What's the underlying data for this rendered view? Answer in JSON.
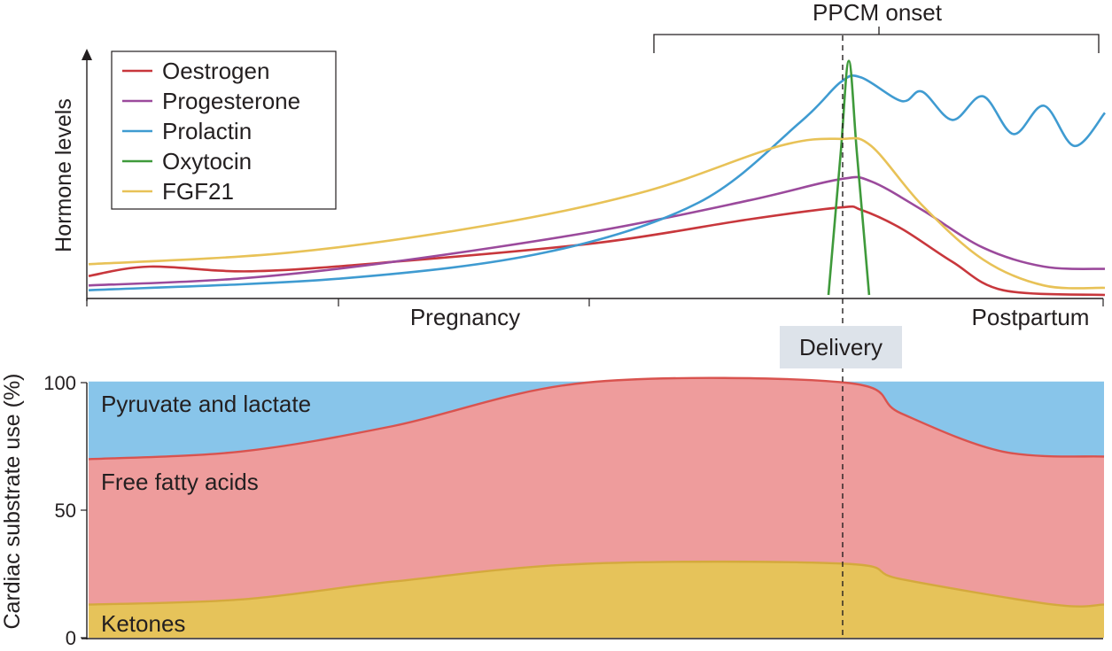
{
  "chart_data": [
    {
      "type": "line",
      "ylabel": "Hormone levels",
      "x_phase_labels": [
        "Pregnancy",
        "Postpartum"
      ],
      "delivery_label": "Delivery",
      "onset_label": "PPCM onset",
      "y_ticks_shown": false,
      "legend_placement": "top-left",
      "series": [
        {
          "name": "Oestrogen",
          "color": "#c8373c",
          "points": [
            [
              0,
              0.08
            ],
            [
              0.06,
              0.12
            ],
            [
              0.16,
              0.1
            ],
            [
              0.3,
              0.14
            ],
            [
              0.5,
              0.22
            ],
            [
              0.65,
              0.32
            ],
            [
              0.74,
              0.37
            ],
            [
              0.76,
              0.36
            ],
            [
              0.8,
              0.28
            ],
            [
              0.85,
              0.14
            ],
            [
              0.9,
              0.02
            ],
            [
              1.0,
              0.0
            ]
          ]
        },
        {
          "name": "Progesterone",
          "color": "#9b4a9c",
          "points": [
            [
              0,
              0.04
            ],
            [
              0.15,
              0.07
            ],
            [
              0.3,
              0.14
            ],
            [
              0.5,
              0.27
            ],
            [
              0.65,
              0.4
            ],
            [
              0.74,
              0.49
            ],
            [
              0.77,
              0.48
            ],
            [
              0.82,
              0.36
            ],
            [
              0.88,
              0.2
            ],
            [
              0.94,
              0.12
            ],
            [
              1.0,
              0.11
            ]
          ]
        },
        {
          "name": "Prolactin",
          "color": "#3f9bd1",
          "points": [
            [
              0,
              0.02
            ],
            [
              0.25,
              0.07
            ],
            [
              0.45,
              0.18
            ],
            [
              0.6,
              0.39
            ],
            [
              0.7,
              0.73
            ],
            [
              0.74,
              0.9
            ],
            [
              0.76,
              0.92
            ],
            [
              0.8,
              0.82
            ],
            [
              0.82,
              0.86
            ],
            [
              0.85,
              0.74
            ],
            [
              0.88,
              0.84
            ],
            [
              0.91,
              0.68
            ],
            [
              0.94,
              0.8
            ],
            [
              0.97,
              0.63
            ],
            [
              1.0,
              0.77
            ]
          ]
        },
        {
          "name": "Oxytocin",
          "color": "#3f9a3b",
          "points": [
            [
              0.728,
              0.0
            ],
            [
              0.74,
              0.6
            ],
            [
              0.748,
              0.99
            ],
            [
              0.756,
              0.6
            ],
            [
              0.768,
              0.0
            ]
          ]
        },
        {
          "name": "FGF21",
          "color": "#e8c257",
          "points": [
            [
              0,
              0.13
            ],
            [
              0.2,
              0.18
            ],
            [
              0.4,
              0.3
            ],
            [
              0.55,
              0.44
            ],
            [
              0.68,
              0.63
            ],
            [
              0.74,
              0.66
            ],
            [
              0.77,
              0.63
            ],
            [
              0.82,
              0.38
            ],
            [
              0.88,
              0.15
            ],
            [
              0.94,
              0.04
            ],
            [
              1.0,
              0.03
            ]
          ]
        }
      ]
    },
    {
      "type": "area",
      "ylabel": "Cardiac substrate use (%)",
      "ylim": [
        0,
        100
      ],
      "y_ticks": [
        0,
        50,
        100
      ],
      "series": [
        {
          "name": "Ketones",
          "color": "#e6c35a",
          "border": "#d4a93d",
          "points": [
            [
              0,
              13
            ],
            [
              0.15,
              15
            ],
            [
              0.3,
              22
            ],
            [
              0.49,
              29
            ],
            [
              0.745,
              29
            ],
            [
              0.8,
              23
            ],
            [
              0.95,
              13
            ],
            [
              1.0,
              13
            ]
          ]
        },
        {
          "name": "Free fatty acids",
          "color": "#ee9c9c",
          "border": "#d9534f",
          "points": [
            [
              0,
              70
            ],
            [
              0.15,
              73
            ],
            [
              0.3,
              83
            ],
            [
              0.49,
              100
            ],
            [
              0.745,
              100
            ],
            [
              0.8,
              88
            ],
            [
              0.9,
              73
            ],
            [
              1.0,
              71
            ]
          ]
        },
        {
          "name": "Pyruvate and lactate",
          "color": "#88c5ea",
          "border": "#88c5ea",
          "points": [
            [
              0,
              100
            ],
            [
              1.0,
              100
            ]
          ]
        }
      ]
    }
  ]
}
